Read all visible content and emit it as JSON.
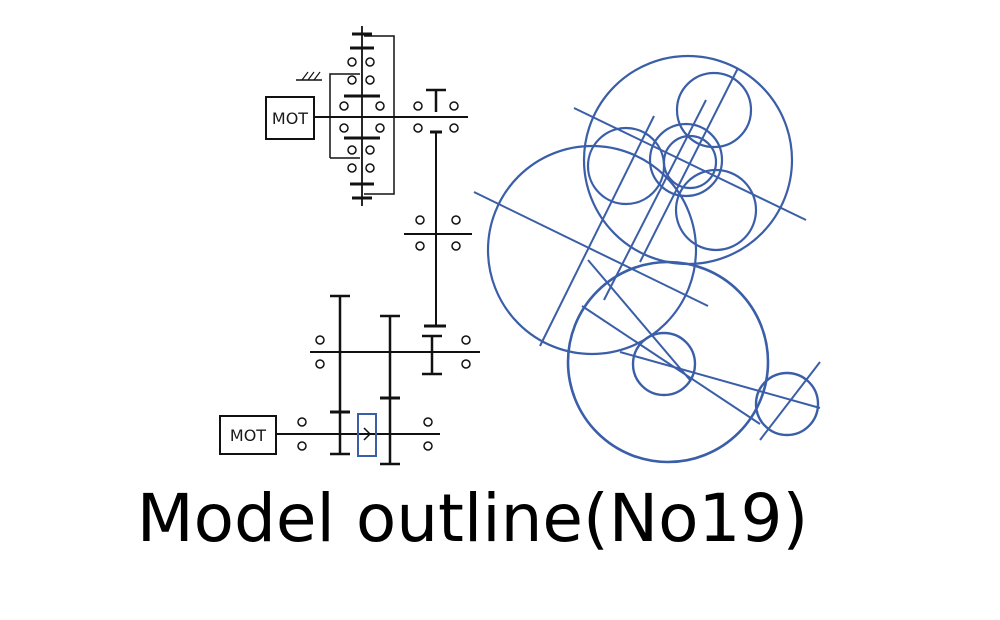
{
  "caption": "Model outline(No19)",
  "motors": [
    {
      "label": "MOT"
    },
    {
      "label": "MOT"
    }
  ],
  "colors": {
    "schematic": "#111111",
    "gears": "#3a5ea8",
    "background": "#ffffff"
  }
}
